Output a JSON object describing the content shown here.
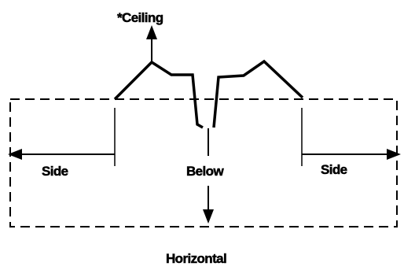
{
  "labels": {
    "ceiling": "*Ceiling",
    "side_left": "Side",
    "below": "Below",
    "side_right": "Side",
    "horizontal": "Horizontal"
  },
  "colors": {
    "line": "#000000",
    "background": "#ffffff"
  }
}
